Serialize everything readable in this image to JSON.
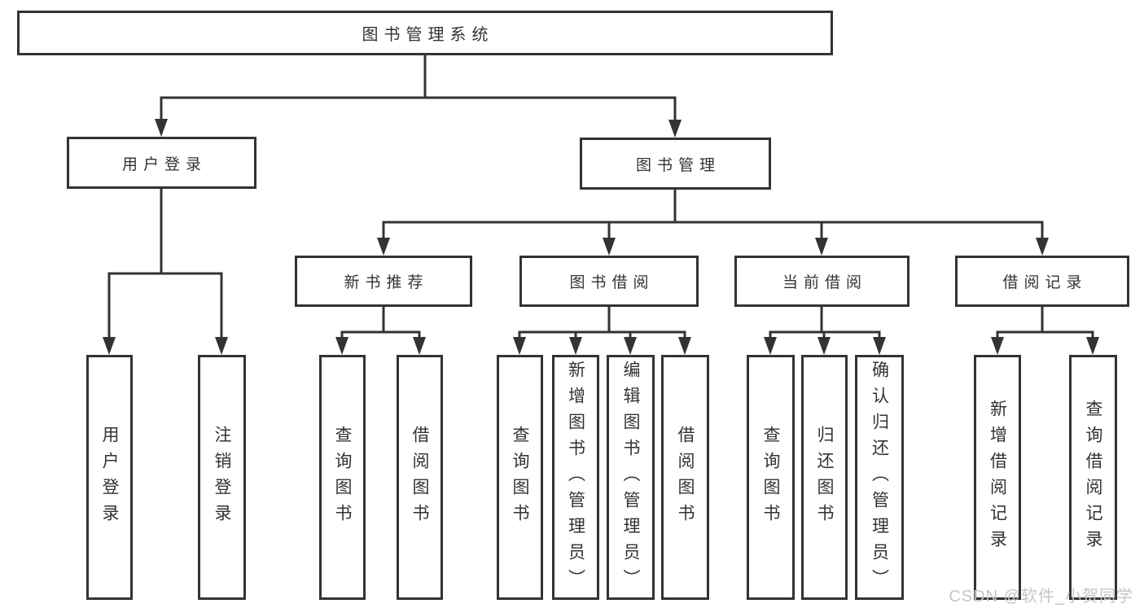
{
  "diagram": {
    "root": "图书管理系统",
    "user_login": "用户登录",
    "book_management": "图书管理",
    "user_login_children": [
      "用户登录",
      "注销登录"
    ],
    "book_management_children": [
      "新书推荐",
      "图书借阅",
      "当前借阅",
      "借阅记录"
    ],
    "new_book_children": [
      "查询图书",
      "借阅图书"
    ],
    "book_borrow_children": [
      "查询图书",
      "新增图书（管理员）",
      "编辑图书（管理员）",
      "借阅图书"
    ],
    "current_borrow_children": [
      "查询图书",
      "归还图书",
      "确认归还（管理员）"
    ],
    "borrow_records_children": [
      "新增借阅记录",
      "查询借阅记录"
    ]
  },
  "watermark": "CSDN @软件_小贺同学",
  "colors": {
    "line": "#333333",
    "text": "#333333",
    "box_background": "#ffffff",
    "watermark": "#c5c5c5",
    "background": "#ffffff"
  }
}
